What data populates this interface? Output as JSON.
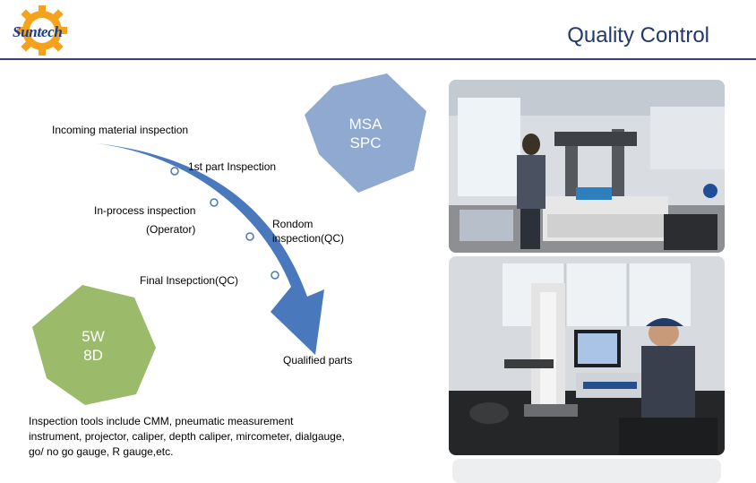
{
  "header": {
    "logo_text": "Suntech",
    "title": "Quality Control"
  },
  "flow": {
    "steps": [
      "Incoming material inspection",
      "1st part Inspection",
      "In-process inspection",
      "(Operator)",
      "Rondom",
      "inspection(QC)",
      "Final Insepction(QC)",
      "Qualified parts"
    ]
  },
  "badges": {
    "msa_line1": "MSA",
    "msa_line2": "SPC",
    "w5_line1": "5W",
    "w5_line2": "8D"
  },
  "footnote": {
    "line1": "Inspection tools include  CMM, pneumatic measurement",
    "line2": "instrument, projector, caliper, depth caliper, mircometer, dialgauge,",
    "line3": "go/ no go gauge, R gauge,etc."
  },
  "colors": {
    "title": "#23386b",
    "rule": "#2f4676",
    "arrow": "#4a78bd",
    "msa_hex": "#8fa9d1",
    "w5_hex": "#9bbb6a",
    "logo_gear": "#f5a21c"
  }
}
